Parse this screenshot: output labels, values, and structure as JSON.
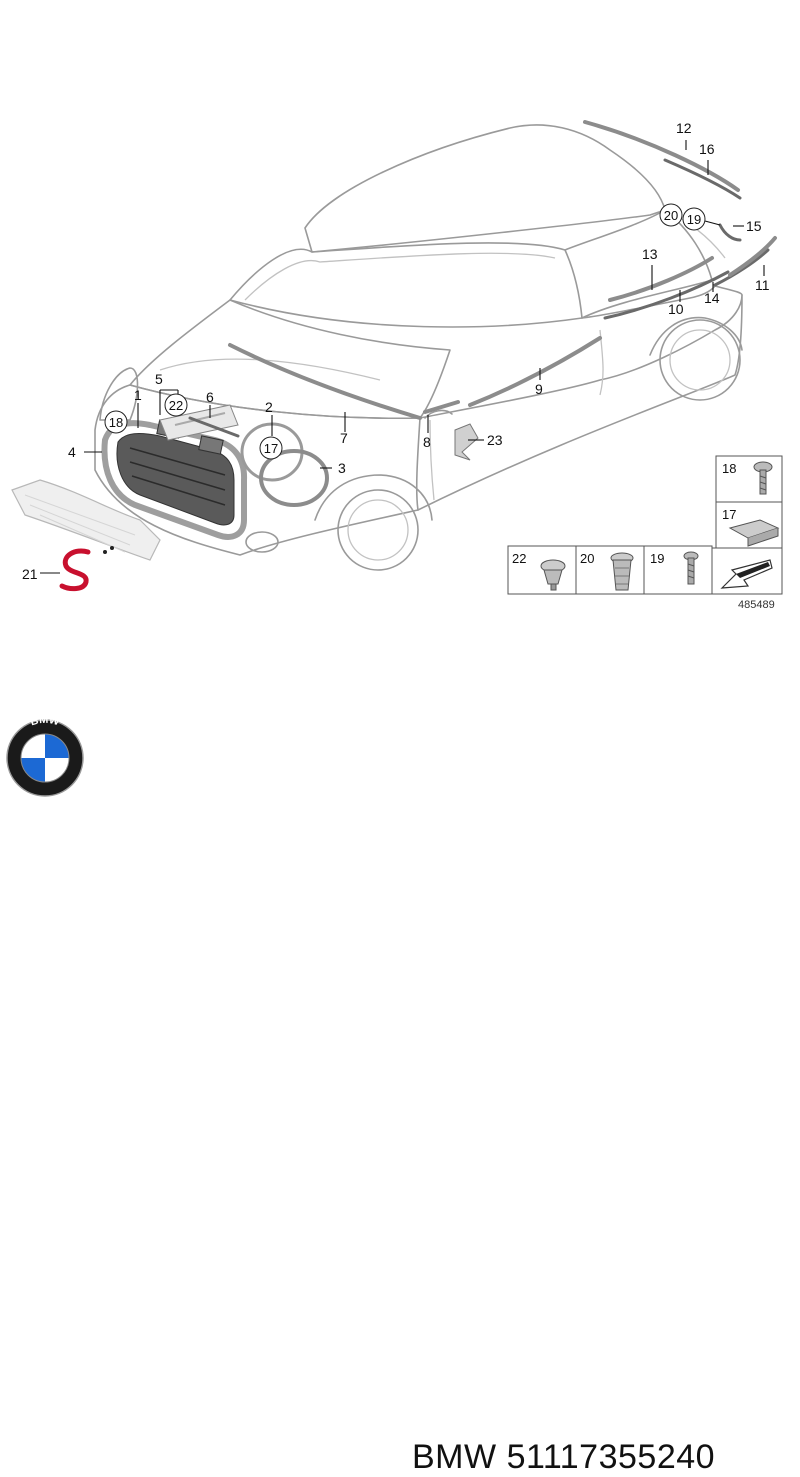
{
  "callouts": {
    "n1": "1",
    "n2": "2",
    "n3": "3",
    "n4": "4",
    "n5": "5",
    "n6": "6",
    "n7": "7",
    "n8": "8",
    "n9": "9",
    "n10": "10",
    "n11": "11",
    "n12": "12",
    "n13": "13",
    "n14": "14",
    "n15": "15",
    "n16": "16",
    "n18": "18",
    "n17": "17",
    "n19": "19",
    "n20": "20",
    "n21": "21",
    "n22": "22",
    "n23": "23"
  },
  "parts_panel": {
    "b18": "18",
    "b17": "17",
    "b22": "22",
    "b20": "20",
    "b19": "19"
  },
  "diagram_code": "485489",
  "footer": {
    "brand": "BMW",
    "part_number": "51117355240",
    "logo_letters": "BMW"
  },
  "colors": {
    "emblem_red": "#c8102e",
    "logo_blue": "#1c69d4",
    "line_gray": "#9a9a9a"
  }
}
